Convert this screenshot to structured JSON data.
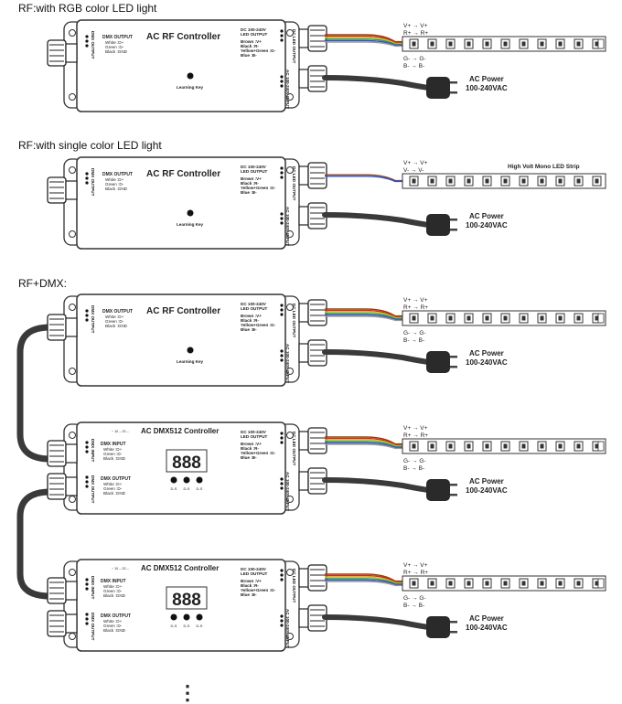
{
  "sections": [
    {
      "heading": "RF:with RGB color LED light"
    },
    {
      "heading": "RF:with single color LED light"
    },
    {
      "heading": "RF+DMX:"
    }
  ],
  "rf_controller": {
    "title": "AC RF Controller",
    "dmx_output_title": "DMX OUTPUT",
    "dmx_output_lines": [
      "White :D+",
      "Green :D-",
      "Black :GND"
    ],
    "dmx_output_side_label": "DMX OUTPUT",
    "led_output_title": "DC 100-240V",
    "led_output_sub": "LED OUTPUT",
    "led_output_lines": [
      "Brown :V+",
      "Black :R-",
      "Yellow+Green :G-",
      "Blue :B-"
    ],
    "led_output_side_label": "DC LED OUTPUT",
    "ac_input_side_label": "AC 100-240V INPUT",
    "learning_key": "Learning Key"
  },
  "dmx_controller": {
    "title": "AC DMX512 Controller",
    "top_small": "~ 10 -- 20 --",
    "dmx_input_title": "DMX INPUT",
    "dmx_input_lines": [
      "White :D+",
      "Green :D-",
      "Black :GND"
    ],
    "dmx_input_side_label": "DMX INPUT",
    "dmx_output_title": "DMX OUTPUT",
    "dmx_output_lines": [
      "White :D+",
      "Green :D-",
      "Black :GND"
    ],
    "dmx_output_side_label": "DMX OUTPUT",
    "led_output_title": "DC 100-240V",
    "led_output_sub": "LED OUTPUT",
    "led_output_lines": [
      "Brown :V+",
      "Black :R-",
      "Yellow+Green :G-",
      "Blue :B-"
    ],
    "display_digits": "888",
    "button_labels": [
      "D-S",
      "D-S",
      "D-S"
    ],
    "led_output_side_label": "DC LED OUTPUT",
    "ac_input_side_label": "AC 100-240V INPUT"
  },
  "rgb_wiring": {
    "top": [
      "V+ → V+",
      "R+ → R+"
    ],
    "bottom": [
      "G- → G-",
      "B- → B-"
    ]
  },
  "mono_wiring": {
    "top": [
      "V+ → V+",
      "V- → V-"
    ]
  },
  "mono_strip_label": "High Volt Mono LED Strip",
  "ac_power": {
    "line1": "AC Power",
    "line2": "100-240VAC"
  },
  "continuation": "⋮",
  "colors": {
    "housing_stroke": "#333333",
    "cable": "#3a3a3a",
    "display_red": "#e8202a",
    "wire_brown": "#8b4513",
    "wire_red": "#d62828",
    "wire_green": "#2e9e44",
    "wire_blue": "#2a4fd6",
    "wire_yellow": "#d8c21a",
    "wire_white": "#999999"
  }
}
